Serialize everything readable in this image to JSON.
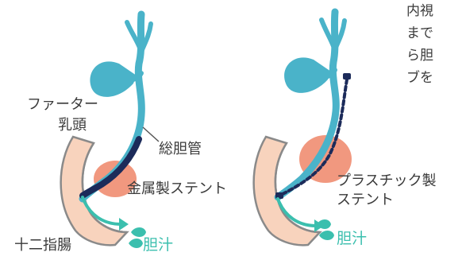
{
  "colors": {
    "bile_duct": "#4ab3c9",
    "duodenum_fill": "#f8d3bd",
    "duodenum_wall": "#8a8a8a",
    "papilla_glow": "#ee8668",
    "metal_stent": "#1c2b5a",
    "plastic_stent": "#1c2b5a",
    "bile_flow": "#3bbfae",
    "text": "#3a3a3a"
  },
  "left_diagram": {
    "labels": {
      "papilla_line1": "ファーター",
      "papilla_line2": "乳頭",
      "common_bile_duct": "総胆管",
      "metal_stent": "金属製ステント",
      "duodenum": "十二指腸",
      "bile": "胆汁"
    }
  },
  "right_diagram": {
    "labels": {
      "plastic_stent_line1": "プラスチック製",
      "plastic_stent_line2": "ステント",
      "bile": "胆汁"
    }
  },
  "paragraph": {
    "lines": [
      "内視",
      "まで",
      "ら胆",
      "ブを"
    ]
  }
}
